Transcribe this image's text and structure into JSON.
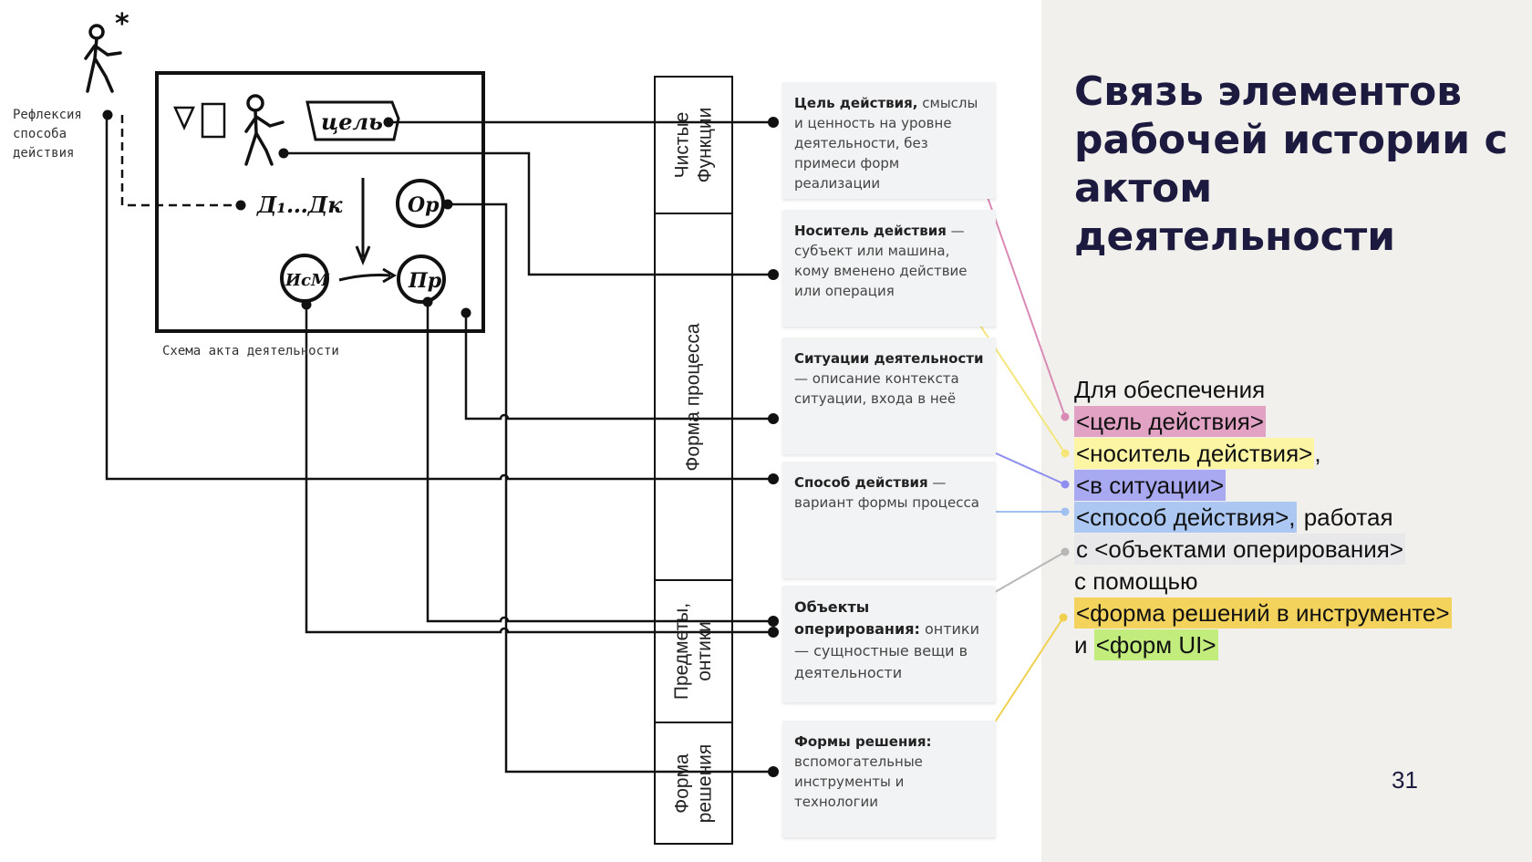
{
  "reflex_label": "Рефлексия\nспособа\nдействия",
  "schema_label": "Схема акта деятельности",
  "diagram": {
    "goal_tag": "цель",
    "d_label": "Д₁…Дк",
    "op_label": "Ор",
    "pr_label": "Пр",
    "ism_label": "ИсМ",
    "asterisk": "*"
  },
  "columns": [
    {
      "label": "Чистые\nФункции"
    },
    {
      "label": "Форма процесса"
    },
    {
      "label": "Предметы,\nонтики"
    },
    {
      "label": "Форма\nрешения"
    }
  ],
  "cards": [
    {
      "bold": "Цель действия,",
      "text": " смыслы и ценность на уровне деятельности, без примеси форм реализации"
    },
    {
      "bold": "Носитель действия",
      "text": " — субъект или машина, кому вменено действие или операция"
    },
    {
      "bold": "Ситуации деятельности",
      "text": " — описание контекста ситуации, входа в неё"
    },
    {
      "bold": "Способ действия",
      "text": " — вариант формы процесса"
    },
    {
      "bold": "Объекты оперирования:",
      "text": " онтики — сущностные вещи в деятельности"
    },
    {
      "bold": "Формы решения:",
      "text": " вспомогательные инструменты и технологии"
    }
  ],
  "title": "Связь элементов рабочей истории с актом деятельности",
  "body": {
    "intro": "Для обеспечения",
    "goal": "<цель действия>",
    "carrier": "<носитель действия>",
    "comma": ",",
    "situation": "<в ситуации>",
    "method": "<способ действия>,",
    "working": " работая",
    "objects": "с <объектами оперирования>",
    "with_help": "с помощью",
    "solution_form": "<форма решений в инструменте>",
    "and": "и ",
    "ui_form": "<форм UI>"
  },
  "page_number": "31",
  "colors": {
    "goal": "#e1a2c4",
    "carrier": "#fbf5a4",
    "situation": "#a9a9f2",
    "method": "#acc7f1",
    "objects": "#e8e8ea",
    "solution": "#f4d35d",
    "ui": "#c2ec7c",
    "title": "#1c1a3e",
    "panel": "#f1f0ec"
  }
}
